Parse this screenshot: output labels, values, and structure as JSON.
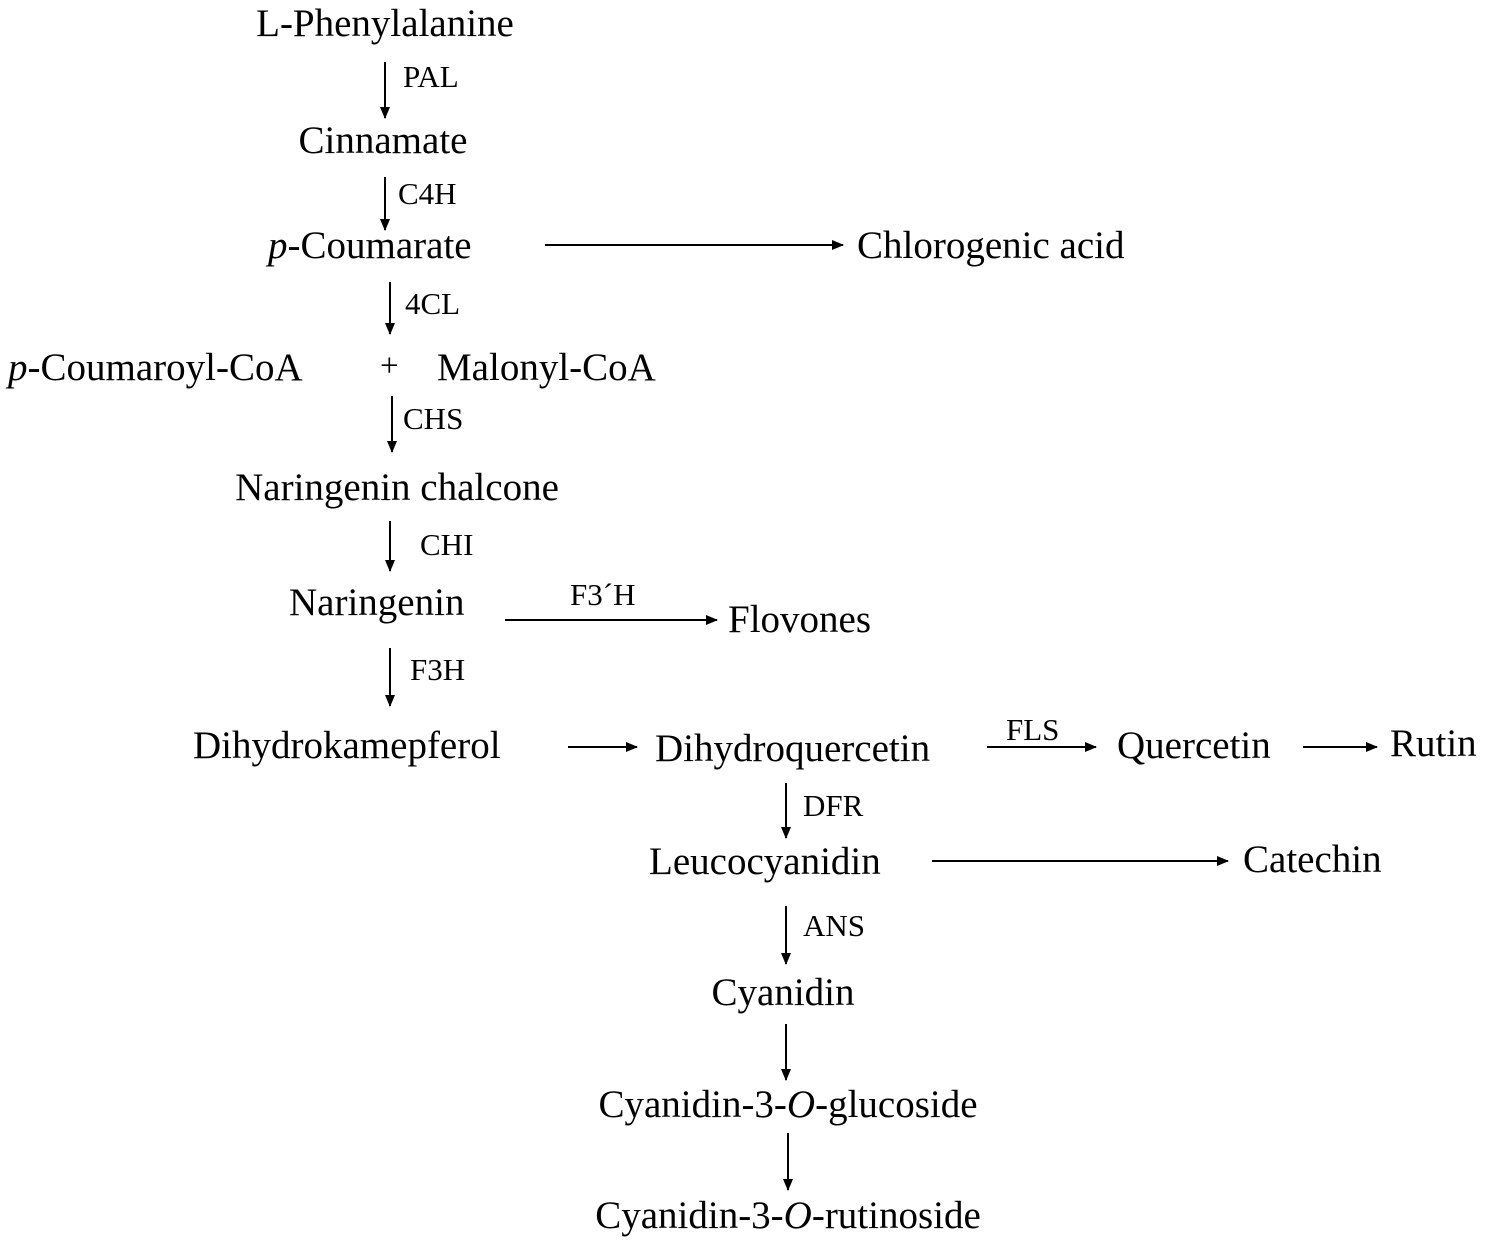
{
  "compounds": {
    "phenylalanine": "L-Phenylalanine",
    "cinnamate": "Cinnamate",
    "p_coumarate_prefix": "p",
    "p_coumarate_rest": "-Coumarate",
    "chlorogenic_acid": "Chlorogenic acid",
    "p_coumaroyl_coa_prefix": "p",
    "p_coumaroyl_coa_rest": "-Coumaroyl-CoA",
    "plus": "+",
    "malonyl_coa": "Malonyl-CoA",
    "naringenin_chalcone": "Naringenin chalcone",
    "naringenin": "Naringenin",
    "flovones": "Flovones",
    "dihydrokaempferol": "Dihydrokamepferol",
    "dihydroquercetin": "Dihydroquercetin",
    "quercetin": "Quercetin",
    "rutin": "Rutin",
    "leucocyanidin": "Leucocyanidin",
    "catechin": "Catechin",
    "cyanidin": "Cyanidin",
    "c3g_a": "Cyanidin-3-",
    "c3g_o": "O",
    "c3g_b": "-glucoside",
    "c3r_a": "Cyanidin-3-",
    "c3r_o": "O",
    "c3r_b": "-rutinoside"
  },
  "enzymes": {
    "pal": "PAL",
    "c4h": "C4H",
    "fourcl": "4CL",
    "chs": "CHS",
    "chi": "CHI",
    "f3ph": "F3´H",
    "f3h": "F3H",
    "fls": "FLS",
    "dfr": "DFR",
    "ans": "ANS"
  }
}
